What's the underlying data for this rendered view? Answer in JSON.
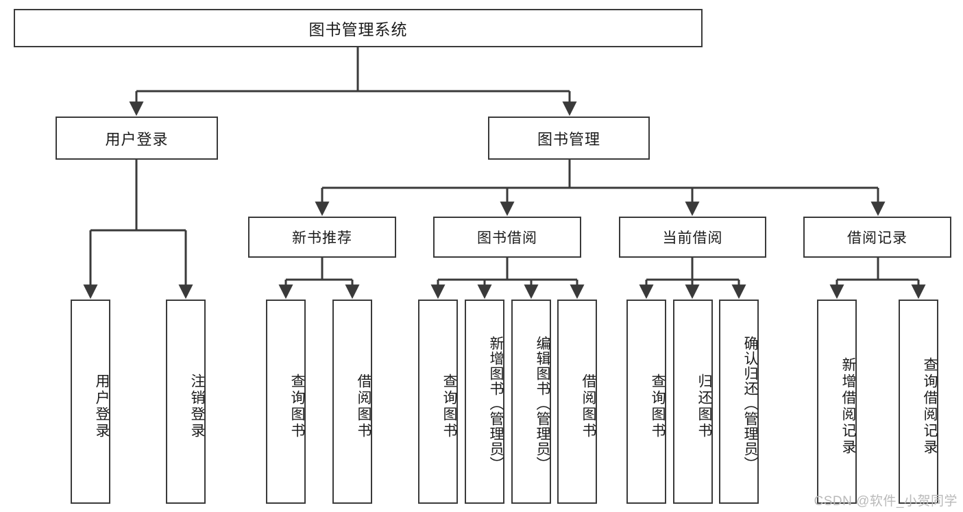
{
  "diagram": {
    "title": "图书管理系统",
    "watermark": "CSDN @软件_小贺同学",
    "line_color": "#3a3a3a",
    "box_fill": "#ffffff",
    "text_color": "#1b1b1b",
    "root": {
      "label": "图书管理系统"
    },
    "level2": [
      {
        "label": "用户登录"
      },
      {
        "label": "图书管理"
      }
    ],
    "level3": [
      {
        "label": "新书推荐"
      },
      {
        "label": "图书借阅"
      },
      {
        "label": "当前借阅"
      },
      {
        "label": "借阅记录"
      }
    ],
    "leaves": [
      {
        "label": "用户登录"
      },
      {
        "label": "注销登录"
      },
      {
        "label": "查询图书"
      },
      {
        "label": "借阅图书"
      },
      {
        "label": "查询图书"
      },
      {
        "label": "新增图书（管理员）"
      },
      {
        "label": "编辑图书（管理员）"
      },
      {
        "label": "借阅图书"
      },
      {
        "label": "查询图书"
      },
      {
        "label": "归还图书"
      },
      {
        "label": "确认归还（管理员）"
      },
      {
        "label": "新增借阅记录"
      },
      {
        "label": "查询借阅记录"
      }
    ]
  },
  "chart_data": {
    "type": "diagram",
    "title": "图书管理系统",
    "layout": "top-down tree / functional decomposition",
    "levels": 4,
    "nodes": [
      {
        "id": "root",
        "label": "图书管理系统",
        "level": 1,
        "parent": null
      },
      {
        "id": "n-login",
        "label": "用户登录",
        "level": 2,
        "parent": "root"
      },
      {
        "id": "n-book-mgmt",
        "label": "图书管理",
        "level": 2,
        "parent": "root"
      },
      {
        "id": "n-new-book",
        "label": "新书推荐",
        "level": 3,
        "parent": "n-book-mgmt"
      },
      {
        "id": "n-borrow",
        "label": "图书借阅",
        "level": 3,
        "parent": "n-book-mgmt"
      },
      {
        "id": "n-current",
        "label": "当前借阅",
        "level": 3,
        "parent": "n-book-mgmt"
      },
      {
        "id": "n-record",
        "label": "借阅记录",
        "level": 3,
        "parent": "n-book-mgmt"
      },
      {
        "id": "l1",
        "label": "用户登录",
        "level": 4,
        "parent": "n-login"
      },
      {
        "id": "l2",
        "label": "注销登录",
        "level": 4,
        "parent": "n-login"
      },
      {
        "id": "l3",
        "label": "查询图书",
        "level": 4,
        "parent": "n-new-book"
      },
      {
        "id": "l4",
        "label": "借阅图书",
        "level": 4,
        "parent": "n-new-book"
      },
      {
        "id": "l5",
        "label": "查询图书",
        "level": 4,
        "parent": "n-borrow"
      },
      {
        "id": "l6",
        "label": "新增图书（管理员）",
        "level": 4,
        "parent": "n-borrow"
      },
      {
        "id": "l7",
        "label": "编辑图书（管理员）",
        "level": 4,
        "parent": "n-borrow"
      },
      {
        "id": "l8",
        "label": "借阅图书",
        "level": 4,
        "parent": "n-borrow"
      },
      {
        "id": "l9",
        "label": "查询图书",
        "level": 4,
        "parent": "n-current"
      },
      {
        "id": "l10",
        "label": "归还图书",
        "level": 4,
        "parent": "n-current"
      },
      {
        "id": "l11",
        "label": "确认归还（管理员）",
        "level": 4,
        "parent": "n-current"
      },
      {
        "id": "l12",
        "label": "新增借阅记录",
        "level": 4,
        "parent": "n-record"
      },
      {
        "id": "l13",
        "label": "查询借阅记录",
        "level": 4,
        "parent": "n-record"
      }
    ]
  }
}
